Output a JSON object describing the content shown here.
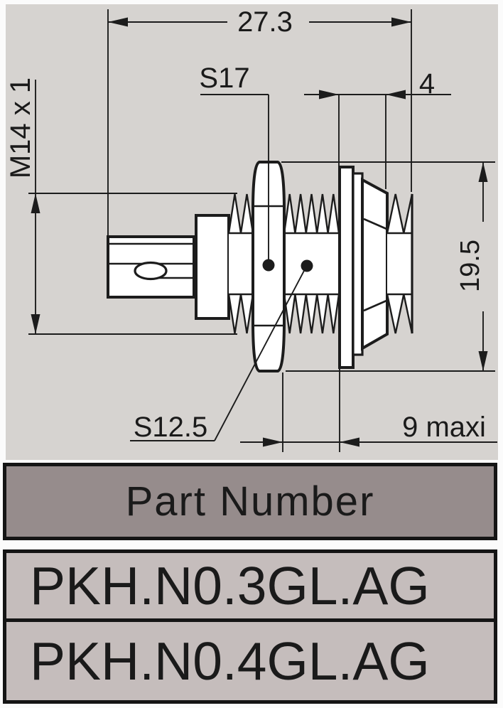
{
  "drawing": {
    "labels": {
      "overall_length": "27.3",
      "nut_across_flats": "S17",
      "front_length": "4",
      "thread_spec": "M14 x 1",
      "body_height": "19.5",
      "front_across_flats": "S12.5",
      "panel_thickness": "9 maxi"
    }
  },
  "table": {
    "header": "Part Number",
    "rows": [
      "PKH.N0.3GL.AG",
      "PKH.N0.4GL.AG"
    ]
  },
  "colors": {
    "page_bg": "#fbfbfb",
    "panel_bg": "#d6d3d0",
    "header_bg": "#968c8c",
    "row_bg": "#c5bdbc",
    "line": "#1c1c1c",
    "text": "#1a1a1a",
    "border": "#151515"
  }
}
